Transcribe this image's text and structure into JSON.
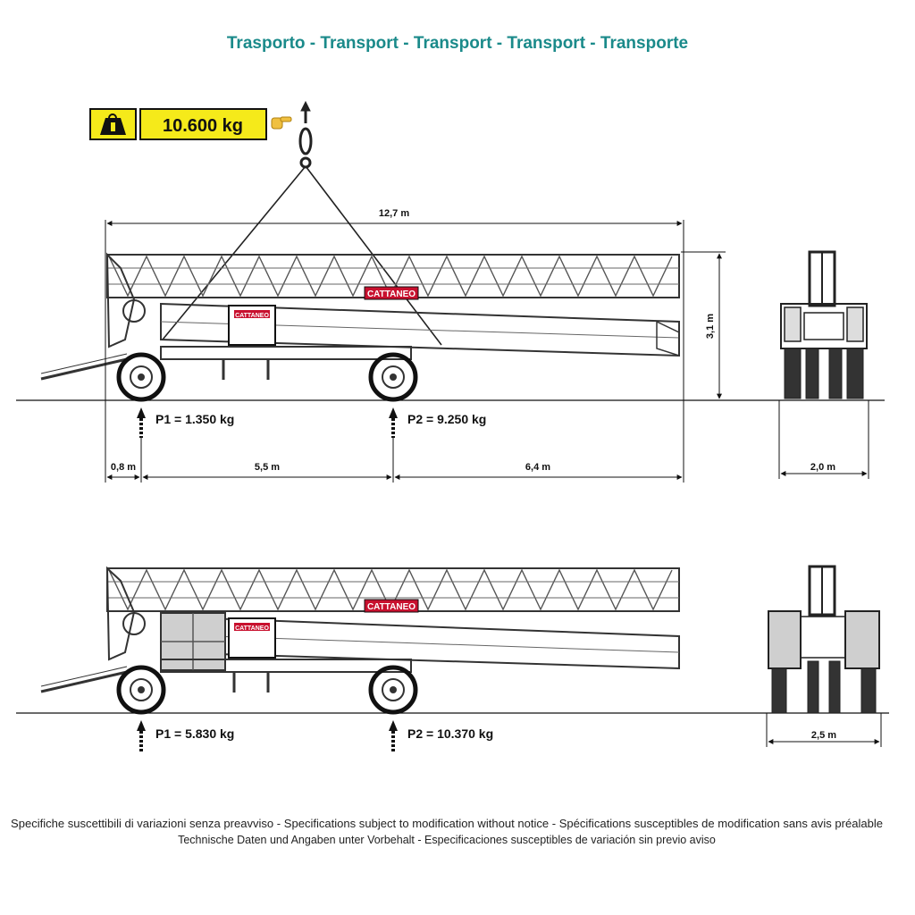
{
  "header": {
    "title": "Trasporto - Transport - Transport - Transport - Transporte"
  },
  "load_badge": {
    "weight": "10.600 kg",
    "icon": "weight-icon",
    "pointer_icon": "pointing-hand-icon",
    "badge_color": "#f5ea1a"
  },
  "top_view": {
    "overall_length": "12,7 m",
    "height": "3,1 m",
    "p1": "P1 = 1.350 kg",
    "p2": "P2 = 9.250 kg",
    "dim_front": "0,8 m",
    "dim_wheelbase": "5,5 m",
    "dim_rear": "6,4 m",
    "width": "2,0 m",
    "brand": "CATTANEO"
  },
  "bottom_view": {
    "p1": "P1 = 5.830 kg",
    "p2": "P2 = 10.370 kg",
    "width": "2,5 m",
    "brand": "CATTANEO"
  },
  "footer": {
    "line1": "Specifiche suscettibili di variazioni senza preavviso - Specifications subject to modification without notice - Spécifications susceptibles de modification sans avis préalable",
    "line2": "Technische Daten und Angaben unter Vorbehalt - Especificaciones susceptibles de variación sin previo aviso"
  },
  "colors": {
    "title": "#1a8a8a",
    "logo_red": "#c8102e",
    "ballast_grey": "#cfcfcf"
  }
}
